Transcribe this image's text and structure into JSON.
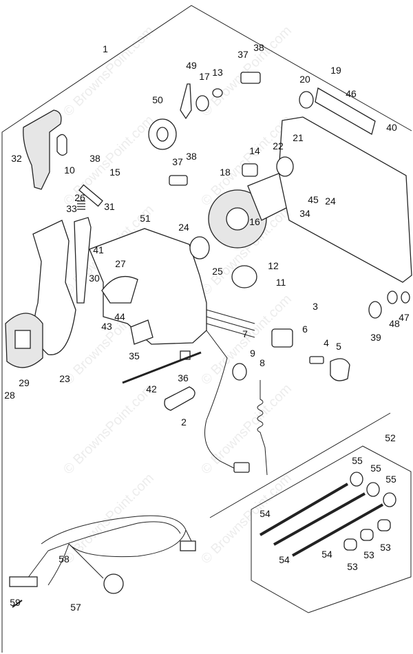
{
  "diagram": {
    "watermark": "© BrownsPoint.com",
    "labels": [
      "1",
      "49",
      "17",
      "13",
      "37",
      "38",
      "19",
      "20",
      "46",
      "50",
      "40",
      "32",
      "10",
      "38",
      "15",
      "37",
      "38",
      "14",
      "22",
      "21",
      "18",
      "26",
      "31",
      "33",
      "51",
      "24",
      "16",
      "45",
      "24",
      "34",
      "41",
      "27",
      "25",
      "12",
      "11",
      "30",
      "44",
      "43",
      "3",
      "6",
      "7",
      "9",
      "8",
      "4",
      "5",
      "39",
      "48",
      "47",
      "35",
      "36",
      "42",
      "29",
      "28",
      "23",
      "2",
      "52",
      "55",
      "55",
      "55",
      "54",
      "54",
      "54",
      "53",
      "53",
      "53",
      "58",
      "59",
      "57"
    ]
  }
}
